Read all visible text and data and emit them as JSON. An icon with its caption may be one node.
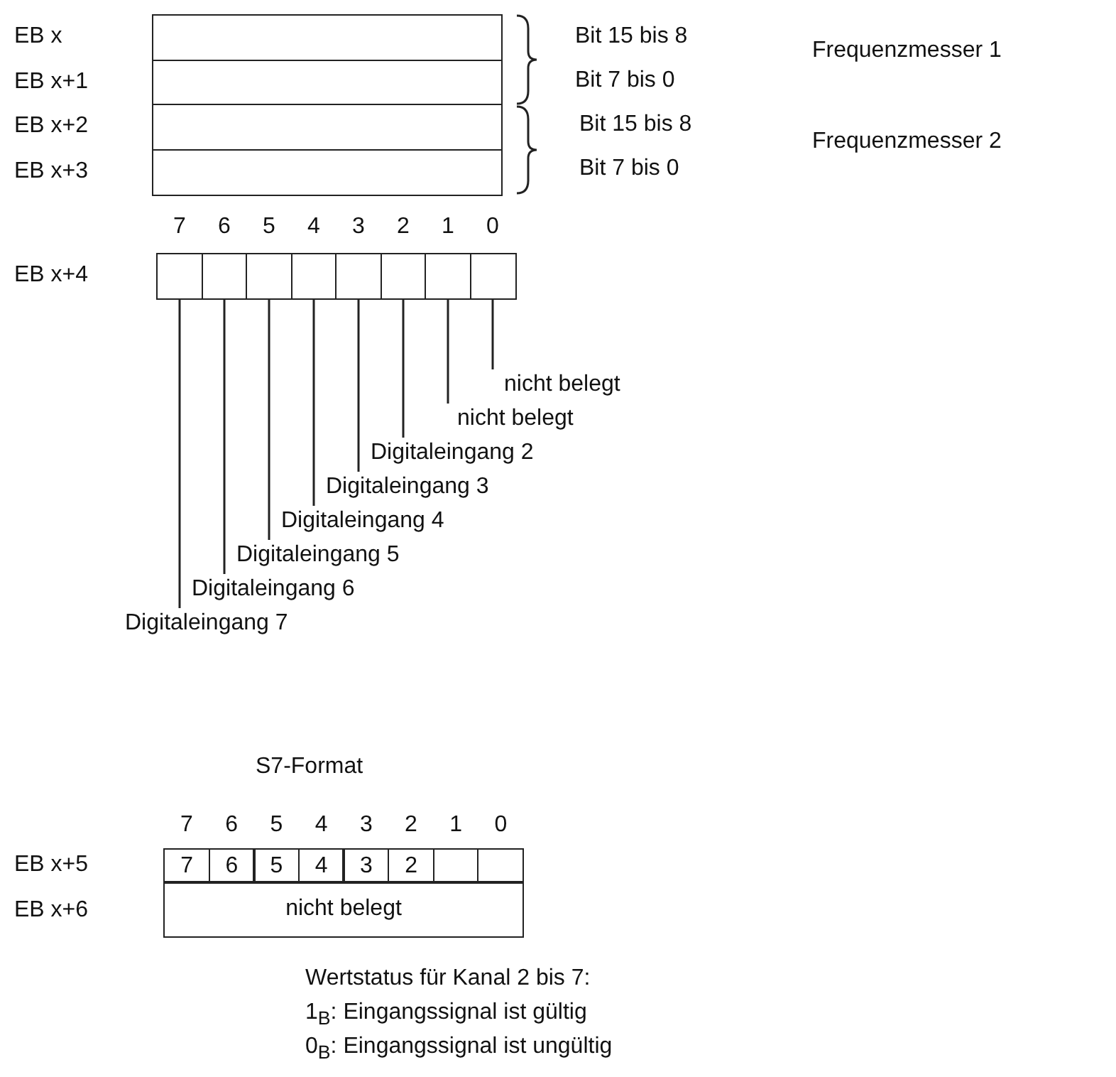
{
  "diagram": {
    "nodes": [
      {
        "text": [],
        "shape": "box"
      },
      {
        "text": [],
        "shape": "box"
      },
      {
        "text": [],
        "shape": "box"
      },
      {
        "text": [],
        "shape": "box"
      },
      {
        "text": [],
        "shape": "box"
      },
      {
        "text": [],
        "shape": "box"
      },
      {
        "text": [],
        "shape": "box"
      },
      {
        "text": [],
        "shape": "box"
      },
      {
        "text": [],
        "shape": "box"
      },
      {
        "text": [],
        "shape": "box"
      },
      {
        "text": [],
        "shape": "box"
      },
      {
        "text": [],
        "shape": "box"
      },
      {
        "text": [
          "nicht belegt"
        ]
      },
      {
        "text": [
          "nicht belegt"
        ]
      },
      {
        "text": [
          "Digitaleingang 2"
        ]
      },
      {
        "text": [
          "Digitaleingang 3"
        ]
      },
      {
        "text": [
          "Digitaleingang 4"
        ]
      },
      {
        "text": [
          "Digitaleingang 5"
        ]
      },
      {
        "text": [
          "Digitaleingang 6"
        ]
      },
      {
        "text": [
          "Digitaleingang 7"
        ]
      },
      {
        "text": [
          "7"
        ]
      },
      {
        "text": [
          "6"
        ]
      },
      {
        "text": [
          "5"
        ]
      },
      {
        "text": [
          "4"
        ]
      },
      {
        "text": [
          "3"
        ]
      },
      {
        "text": [
          "2"
        ]
      },
      {
        "text": [],
        "shape": "box"
      },
      {
        "text": [],
        "shape": "box"
      },
      {
        "text": [
          "nicht belegt"
        ]
      }
    ],
    "edges": [
      {
        "from": 12,
        "to": 11,
        "arrow": "none"
      },
      {
        "from": 13,
        "to": 10,
        "arrow": "none"
      },
      {
        "from": 14,
        "to": 9,
        "arrow": "none"
      },
      {
        "from": 15,
        "to": 8,
        "arrow": "none"
      },
      {
        "from": 16,
        "to": 7,
        "arrow": "none"
      },
      {
        "from": 17,
        "to": 6,
        "arrow": "none"
      },
      {
        "from": 18,
        "to": 5,
        "arrow": "none"
      },
      {
        "from": 19,
        "to": 4,
        "arrow": "none"
      }
    ],
    "labels": [
      "EB x",
      "EB x+1",
      "EB x+2",
      "EB x+3",
      "Bit 15 bis 8",
      "Bit 7 bis 0",
      "Bit 15 bis 8",
      "Bit 7 bis 0",
      "Frequenzmesser 1",
      "Frequenzmesser 2",
      "7",
      "6",
      "5",
      "4",
      "3",
      "2",
      "1",
      "0",
      "EB x+4",
      "S7-Format",
      "7",
      "6",
      "5",
      "4",
      "3",
      "2",
      "1",
      "0",
      "EB x+5",
      "EB x+6",
      "Wertstatus für Kanal 2 bis 7:",
      "1$_{B}$: Eingangssignal ist gültig",
      "0$_{B}$: Eingangssignal ist ungültig"
    ]
  }
}
